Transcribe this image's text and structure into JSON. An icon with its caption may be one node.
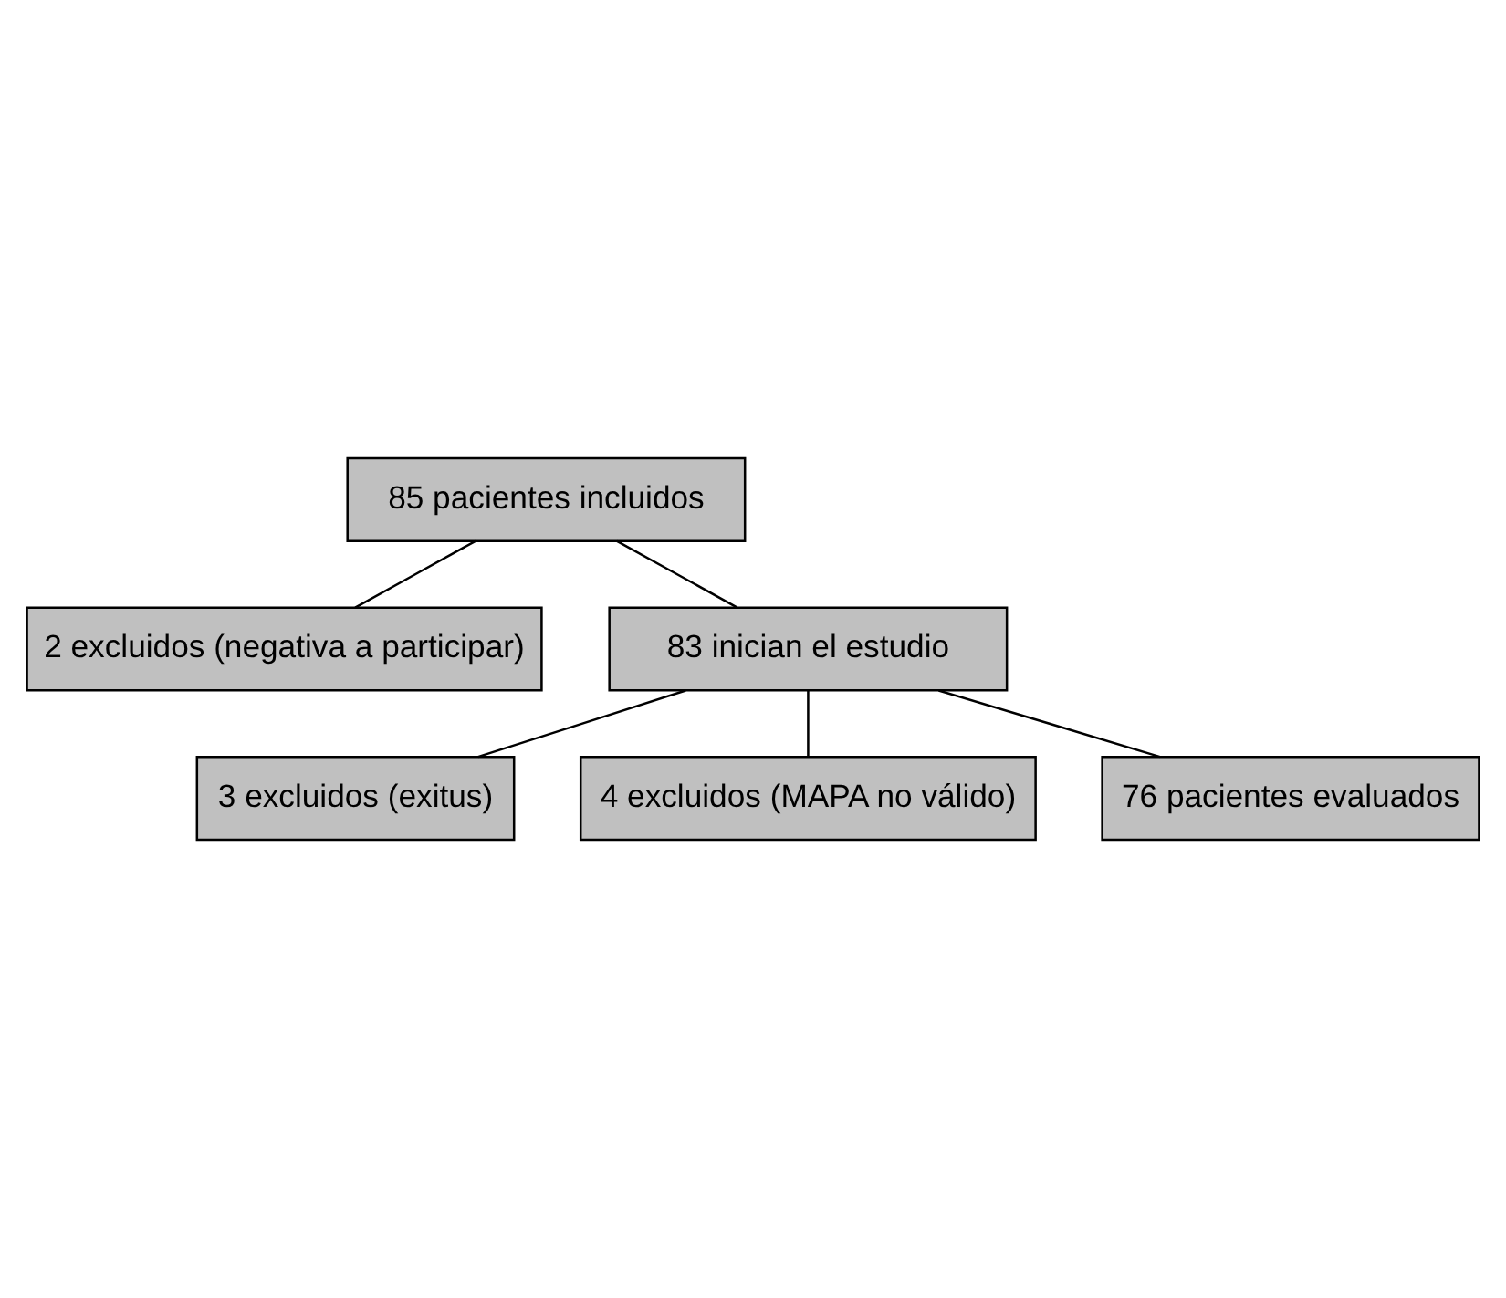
{
  "diagram": {
    "nodes": [
      {
        "text": [
          "85 pacientes incluidos"
        ]
      },
      {
        "text": [
          "2 excluidos (negativa a participar)"
        ]
      },
      {
        "text": [
          "83 inician el estudio"
        ]
      },
      {
        "text": [
          "3 excluidos (exitus)"
        ]
      },
      {
        "text": [
          "4 excluidos (MAPA no válido)"
        ]
      },
      {
        "text": [
          "76 pacientes evaluados"
        ]
      }
    ],
    "edges": [
      {
        "from": 0,
        "to": 1,
        "arrow": "none"
      },
      {
        "from": 0,
        "to": 2,
        "arrow": "none"
      },
      {
        "from": 2,
        "to": 3,
        "arrow": "none"
      },
      {
        "from": 2,
        "to": 4,
        "arrow": "none"
      },
      {
        "from": 2,
        "to": 5,
        "arrow": "none"
      }
    ]
  }
}
